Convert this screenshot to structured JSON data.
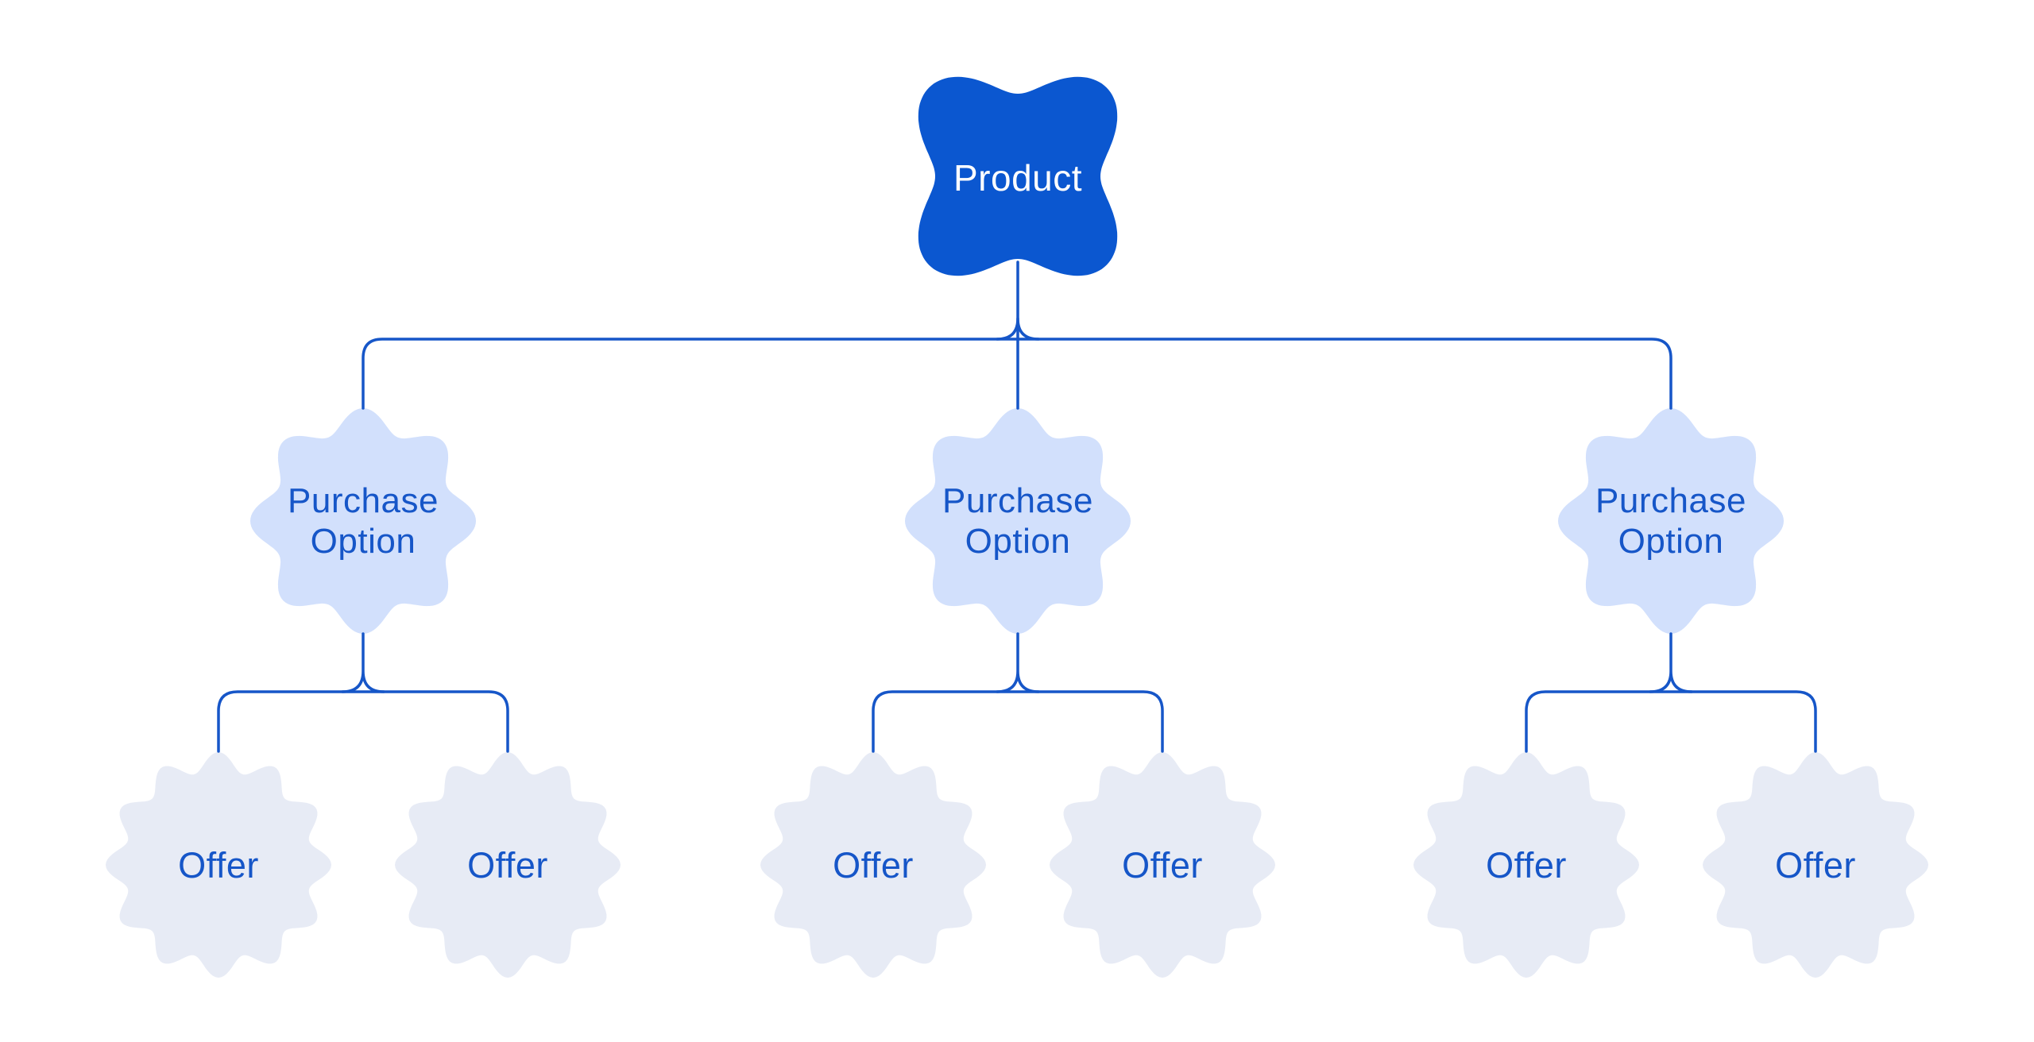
{
  "diagram": {
    "colors": {
      "background": "#ffffff",
      "product_fill": "#0b57d0",
      "product_text": "#ffffff",
      "purchase_option_fill": "#d2e0fc",
      "offer_fill": "#e7ebf5",
      "connector": "#1656c8",
      "label_text": "#1656c8"
    },
    "tree": {
      "root": {
        "label": "Product"
      },
      "children": [
        {
          "lines": [
            "Purchase",
            "Option"
          ],
          "children": [
            {
              "label": "Offer"
            },
            {
              "label": "Offer"
            }
          ]
        },
        {
          "lines": [
            "Purchase",
            "Option"
          ],
          "children": [
            {
              "label": "Offer"
            },
            {
              "label": "Offer"
            }
          ]
        },
        {
          "lines": [
            "Purchase",
            "Option"
          ],
          "children": [
            {
              "label": "Offer"
            },
            {
              "label": "Offer"
            }
          ]
        }
      ]
    }
  }
}
